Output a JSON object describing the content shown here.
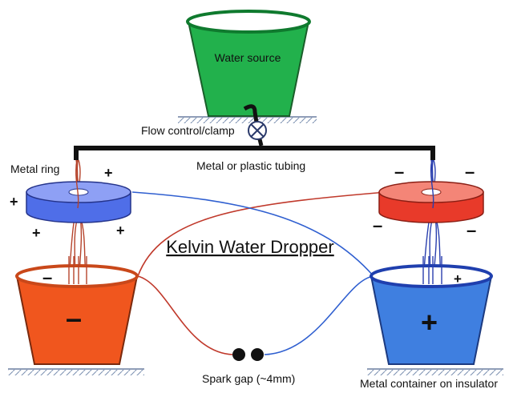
{
  "labels": {
    "water_source": "Water source",
    "flow_control": "Flow control/clamp",
    "metal_ring": "Metal ring",
    "tubing": "Metal or plastic tubing",
    "title": "Kelvin Water Dropper",
    "spark_gap": "Spark gap (~4mm)",
    "metal_container": "Metal container on insulator"
  },
  "signs": {
    "plus": "+",
    "minus": "–"
  },
  "colors": {
    "water_source": "#22b14c",
    "left_ring": "#4f6ee8",
    "right_ring": "#e83a2a",
    "left_bucket": "#f0561e",
    "right_bucket": "#3f7fe0",
    "red_wire": "#c0392b",
    "blue_wire": "#2f5fd0"
  }
}
